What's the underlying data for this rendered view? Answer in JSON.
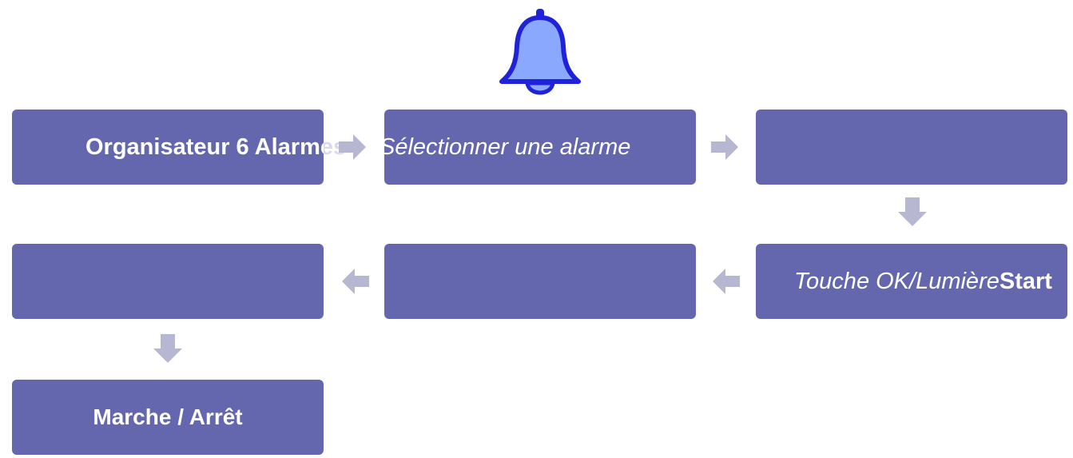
{
  "boxes": {
    "box1": {
      "text": "Organisateur 6 Alarmes"
    },
    "box2": {
      "text": "Sélectionner une alarme"
    },
    "box3": {
      "text": ""
    },
    "box4": {
      "text_italic": "Touche OK/Lumière",
      "text_bold": "Start"
    },
    "box5": {
      "text": ""
    },
    "box6": {
      "text": ""
    },
    "box7": {
      "text": "Marche / Arrêt"
    }
  },
  "icons": {
    "bell": "bell-icon",
    "arrow": "arrow-icon"
  },
  "colors": {
    "box_fill": "#6467ad",
    "arrow": "#b7b7d2",
    "bell_fill": "#8ba8ff",
    "bell_stroke": "#1f22d8",
    "text": "#ffffff"
  }
}
